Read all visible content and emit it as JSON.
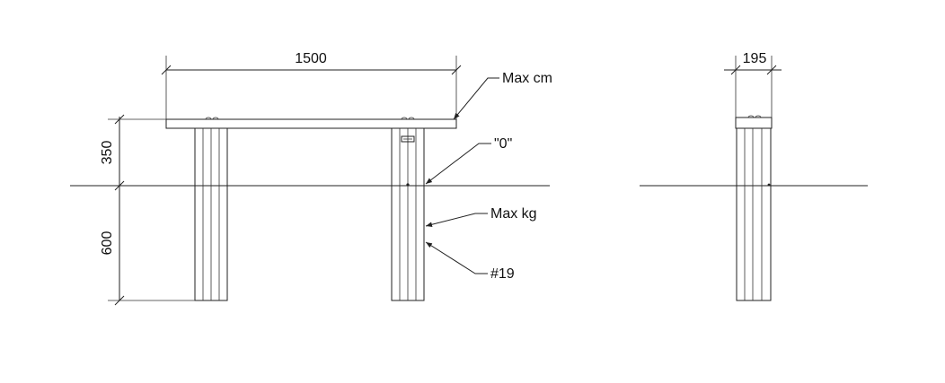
{
  "drawing": {
    "dimensions": {
      "width": "1500",
      "upper_height": "350",
      "lower_height": "600",
      "depth": "195"
    },
    "callouts": {
      "top": "Max cm",
      "zero": "\"0\"",
      "load": "Max kg",
      "number": "#19"
    },
    "colors": {
      "ink": "#222222",
      "background": "#ffffff"
    }
  }
}
